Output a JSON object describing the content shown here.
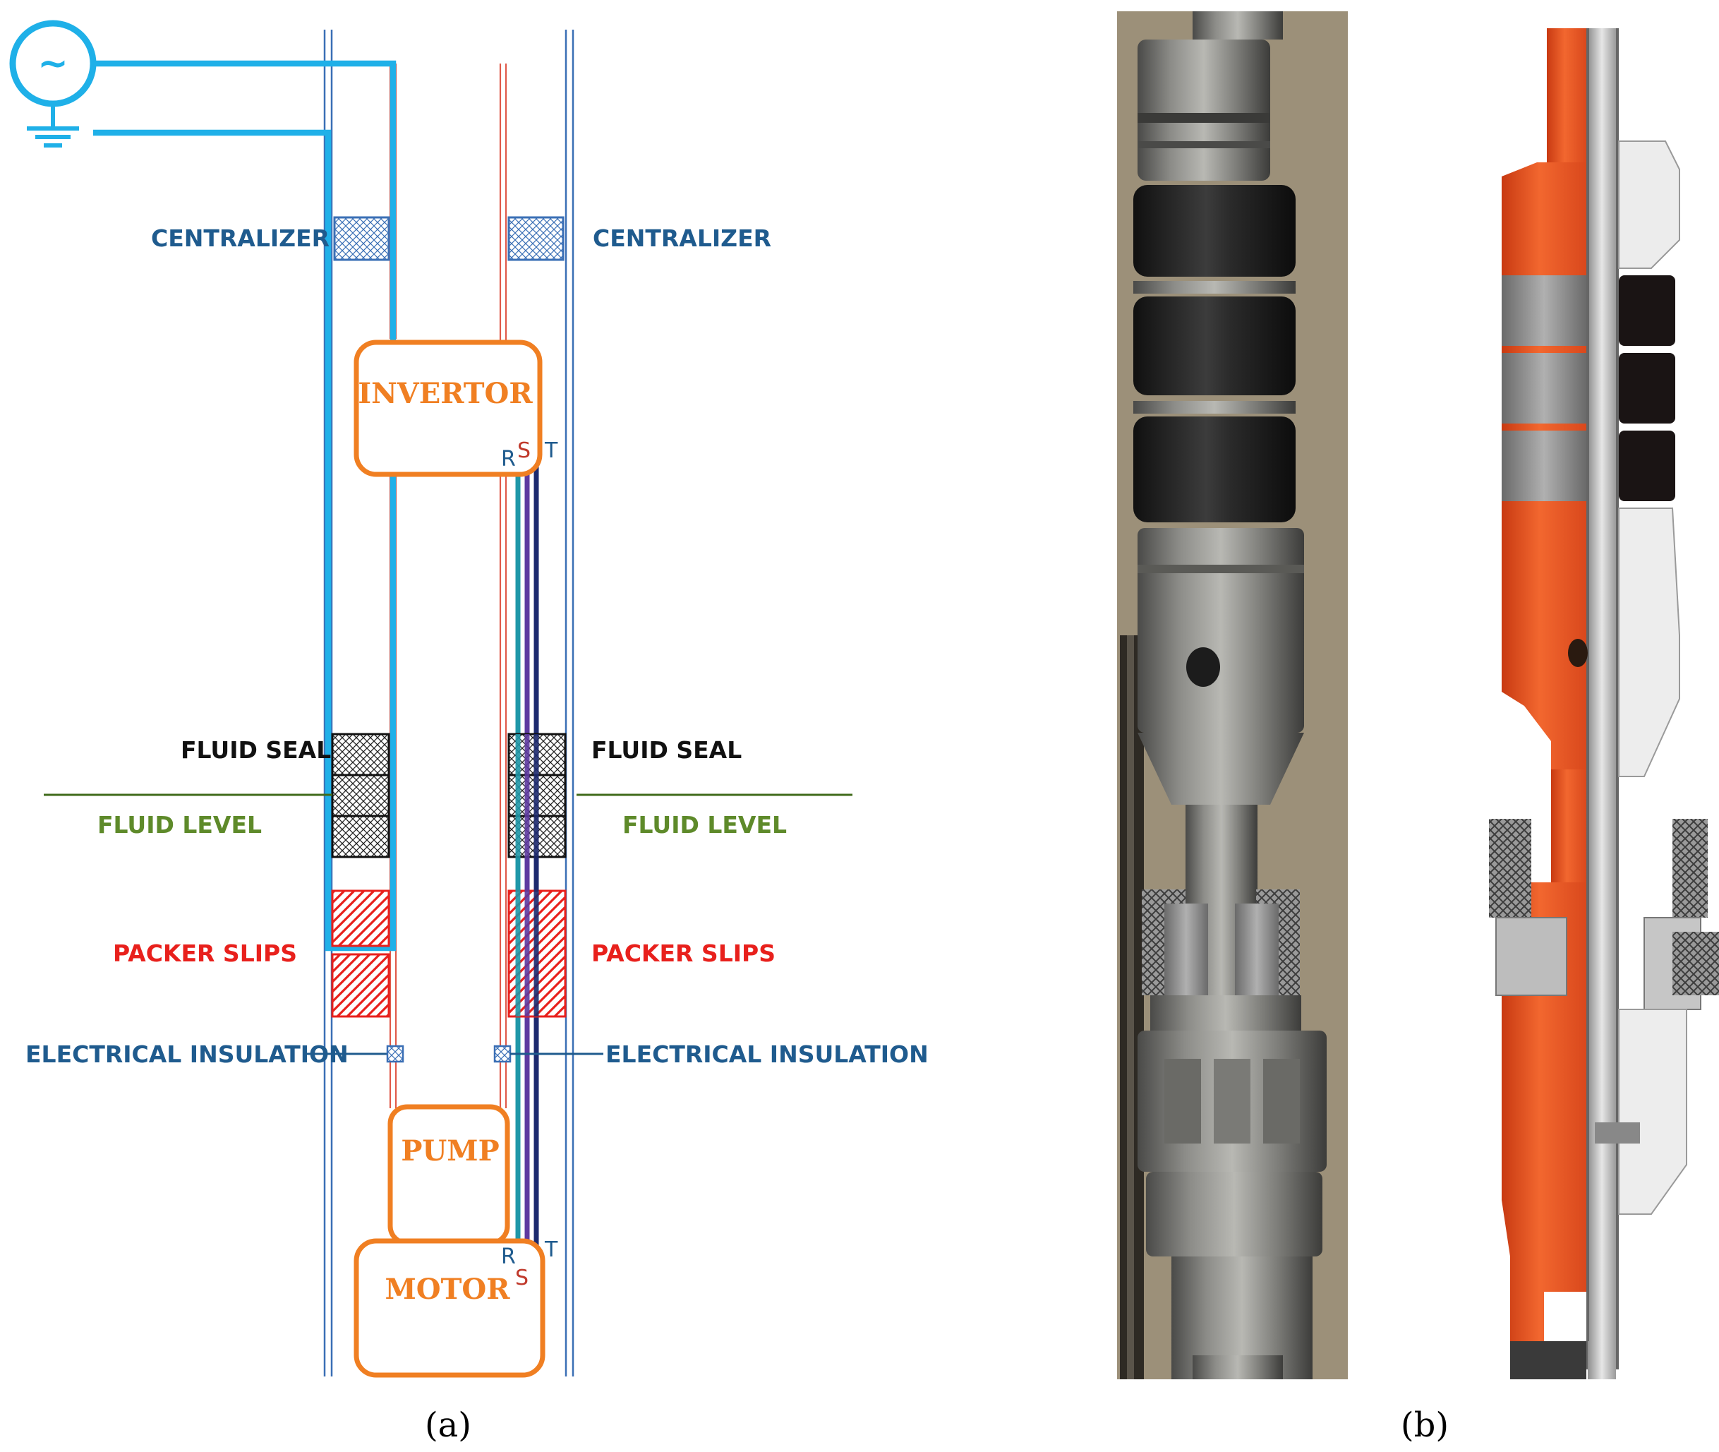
{
  "panel_a": {
    "labels": {
      "centralizer_left": "CENTRALIZER",
      "centralizer_right": "CENTRALIZER",
      "fluid_seal_left": "FLUID SEAL",
      "fluid_seal_right": "FLUID SEAL",
      "fluid_level_left": "FLUID LEVEL",
      "fluid_level_right": "FLUID LEVEL",
      "packer_slips_left": "PACKER SLIPS",
      "packer_slips_right": "PACKER SLIPS",
      "electrical_insulation_left": "ELECTRICAL INSULATION",
      "electrical_insulation_right": "ELECTRICAL INSULATION"
    },
    "components": {
      "invertor": "INVERTOR",
      "pump": "PUMP",
      "motor": "MOTOR"
    },
    "phases": {
      "r": "R",
      "s": "S",
      "t": "T"
    },
    "ac_source_symbol": "~",
    "colors": {
      "cable_blue": "#1fb0e8",
      "casing_blue": "#3a6fb5",
      "tubing_red": "#e05a4a",
      "component_orange": "#f07f22",
      "label_blue": "#1f5b8e",
      "label_red": "#e8201c",
      "label_green": "#5e8a2a",
      "fluid_level_line": "#3f6a1a"
    }
  },
  "captions": {
    "a": "(a)",
    "b": "(b)"
  }
}
